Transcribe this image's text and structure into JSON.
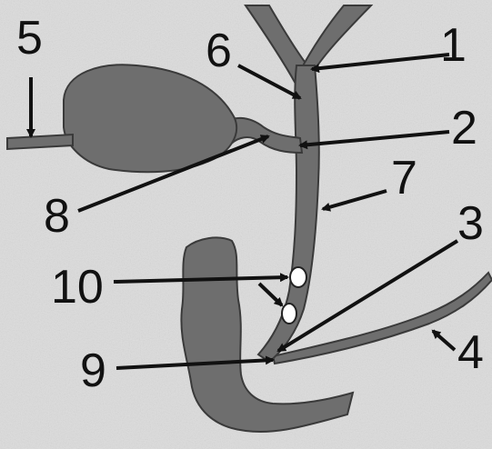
{
  "diagram": {
    "labels": [
      "1",
      "2",
      "3",
      "4",
      "5",
      "6",
      "7",
      "8",
      "9",
      "10"
    ]
  },
  "colors": {
    "background": "#d9d9d9",
    "organ_fill": "#6e6e6e",
    "outline": "#333333",
    "arrow": "#111111",
    "stone_fill": "#ffffff"
  }
}
